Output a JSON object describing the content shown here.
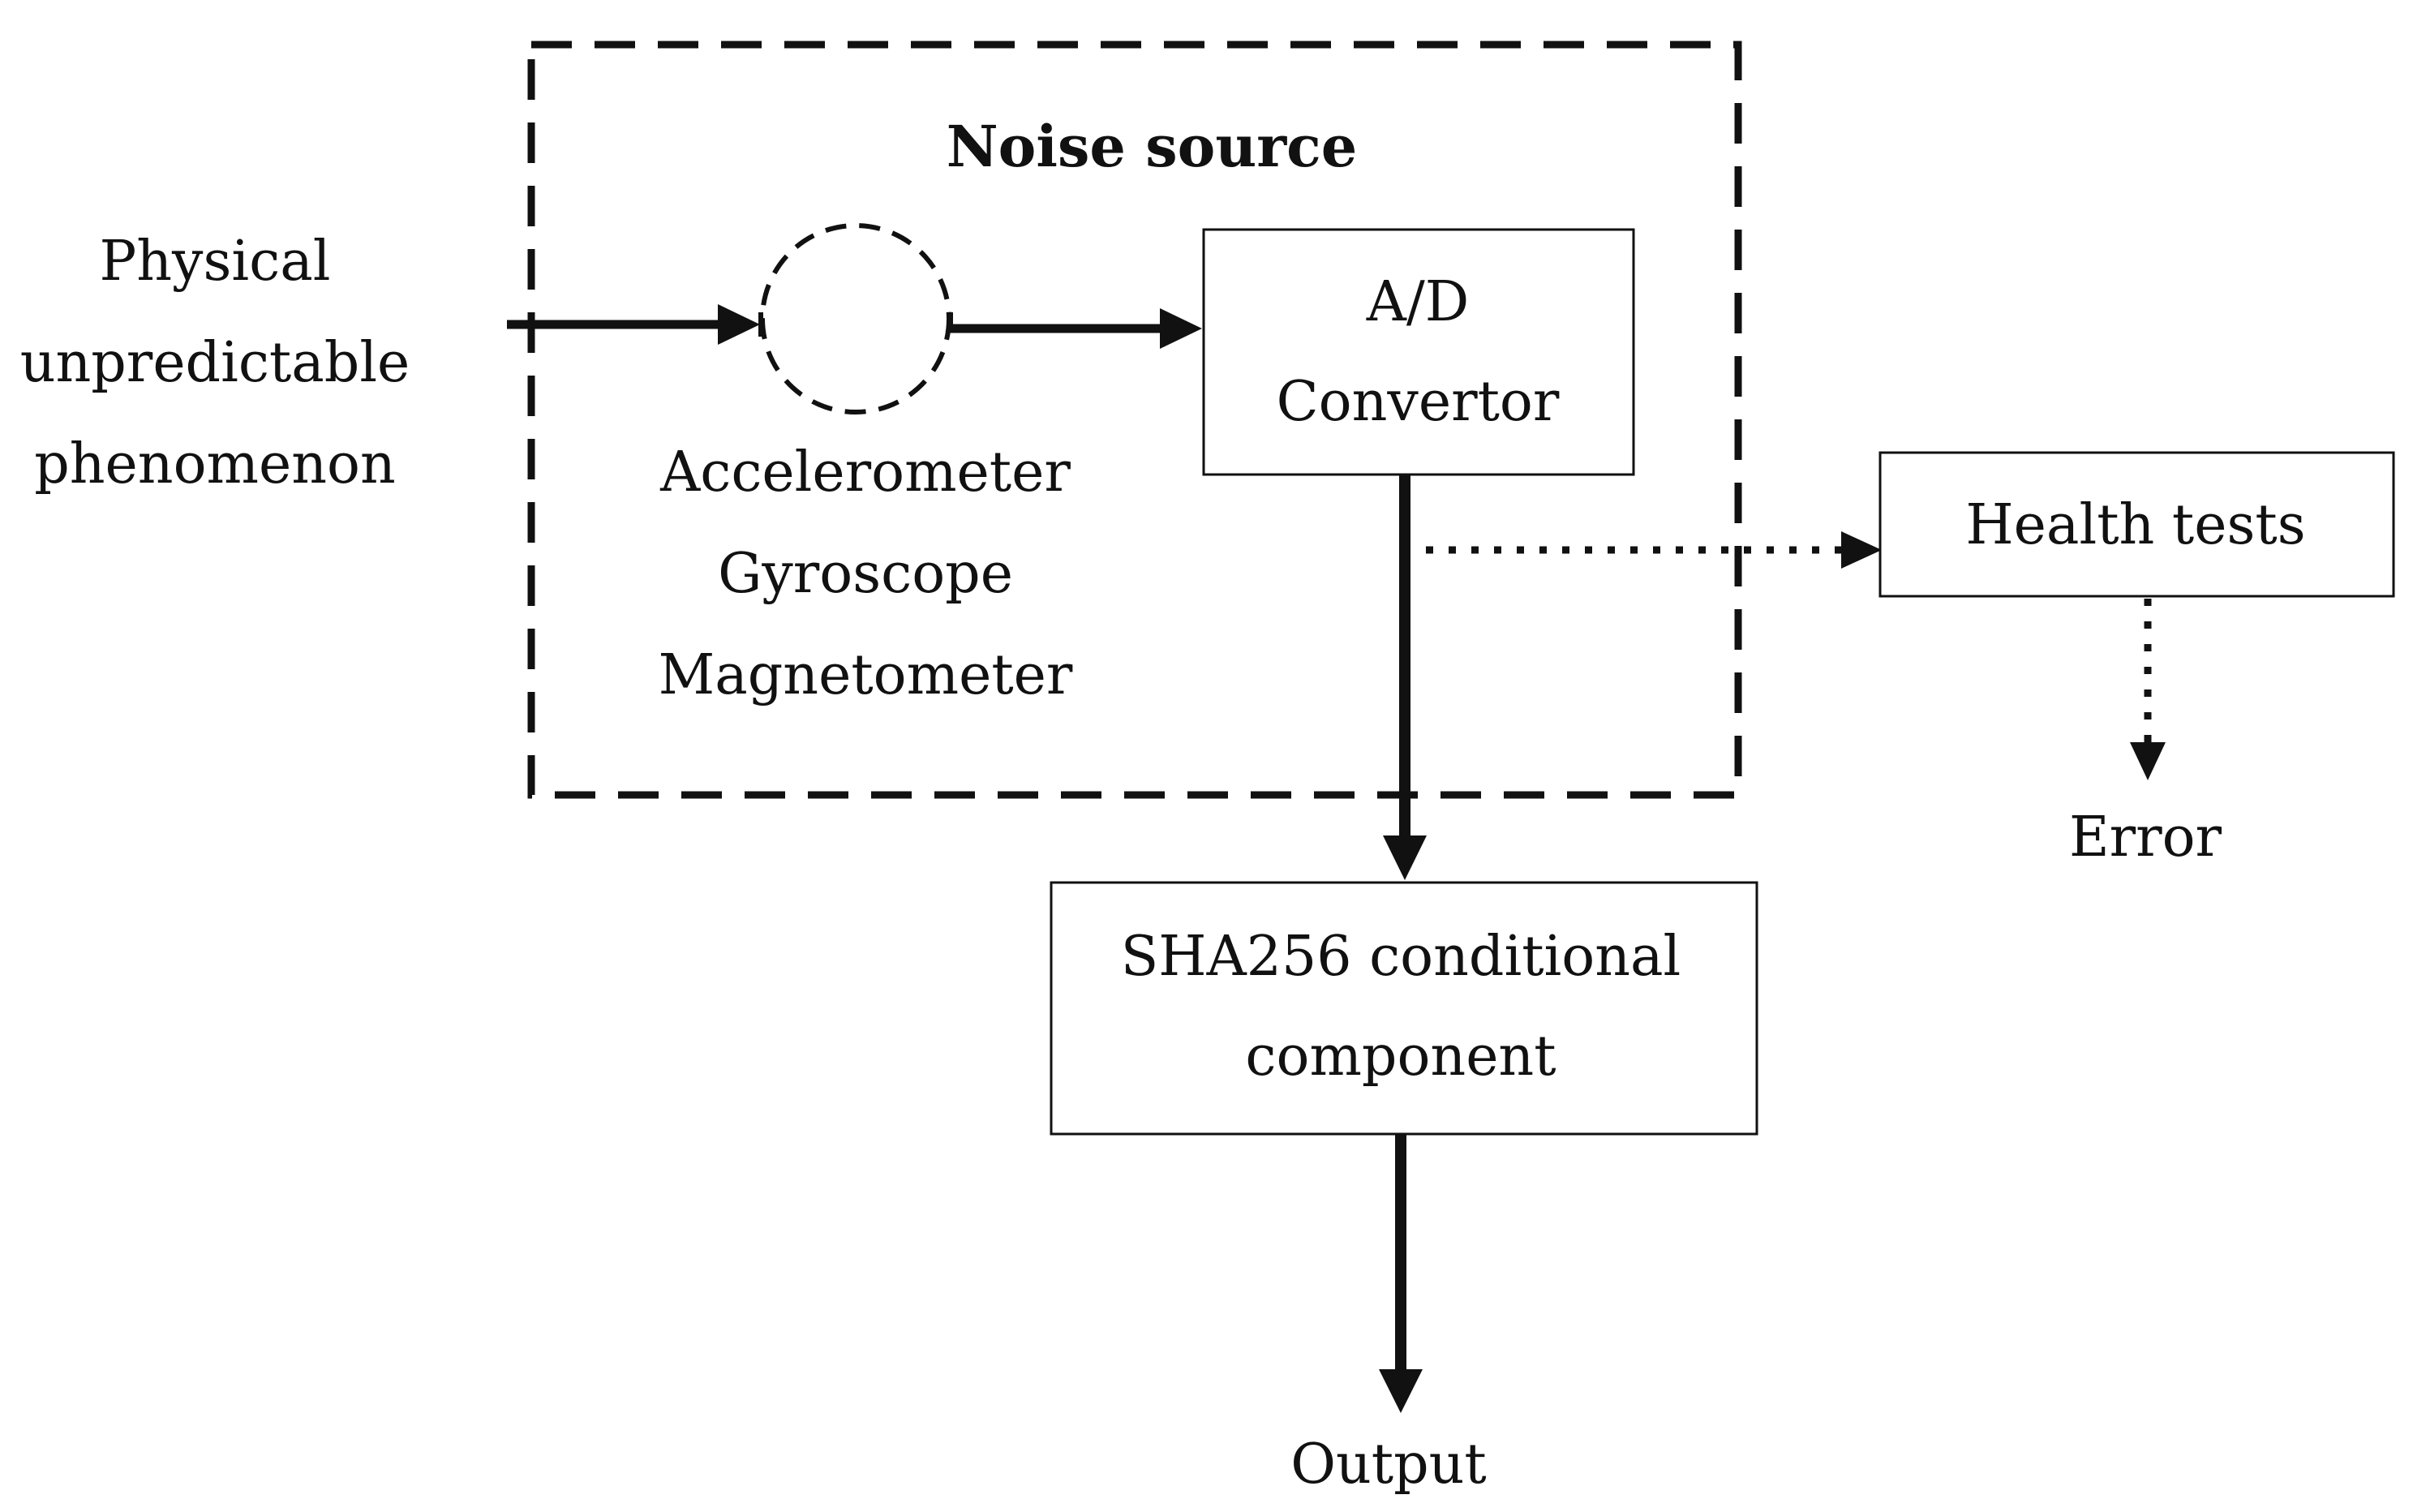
{
  "noise_source": {
    "title": "Noise source"
  },
  "input": {
    "lines": [
      "Physical",
      "unpredictable",
      "phenomenon"
    ]
  },
  "sensors": {
    "lines": [
      "Accelerometer",
      "Gyroscope",
      "Magnetometer"
    ]
  },
  "adc": {
    "lines": [
      "A/D",
      "Convertor"
    ]
  },
  "health_tests": {
    "label": "Health tests"
  },
  "error": {
    "label": "Error"
  },
  "conditioning": {
    "lines": [
      "SHA256 conditional",
      "component"
    ]
  },
  "output": {
    "label": "Output"
  },
  "colors": {
    "stroke": "#111111",
    "background": "#ffffff"
  }
}
